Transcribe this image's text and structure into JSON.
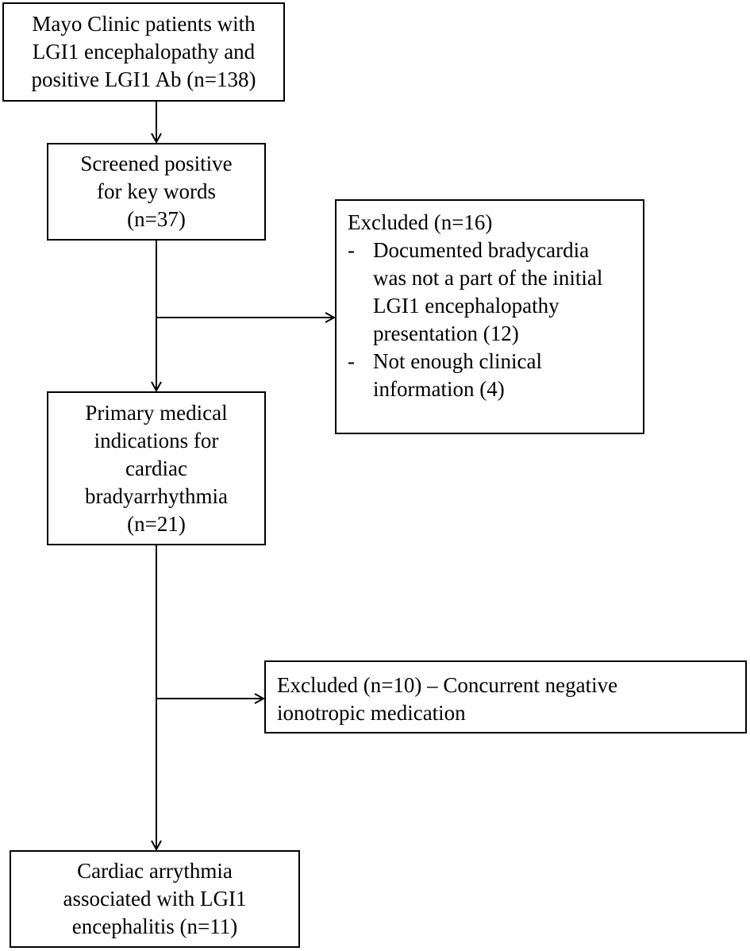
{
  "boxes": {
    "start": {
      "lines": [
        "Mayo Clinic patients with",
        "LGI1 encephalopathy and",
        "positive LGI1 Ab (n=138)"
      ]
    },
    "screened": {
      "lines": [
        "Screened positive",
        "for key words",
        "(n=37)"
      ]
    },
    "excluded_1": {
      "heading": "Excluded (n=16)",
      "bullets": [
        {
          "marker": "-",
          "lines": [
            "Documented bradycardia",
            "was not a part of the initial",
            "LGI1 encephalopathy",
            "presentation (12)"
          ]
        },
        {
          "marker": "-",
          "lines": [
            "Not enough clinical",
            "information (4)"
          ]
        }
      ]
    },
    "primary": {
      "lines": [
        "Primary medical",
        "indications for",
        "cardiac",
        "bradyarrhythmia",
        "(n=21)"
      ]
    },
    "excluded_2": {
      "lines": [
        "Excluded (n=10) – Concurrent negative",
        "ionotropic medication"
      ]
    },
    "final": {
      "lines": [
        "Cardiac arrythmia",
        "associated with LGI1",
        "encephalitis (n=11)"
      ]
    }
  },
  "colors": {
    "stroke": "#000000",
    "background": "#ffffff"
  }
}
